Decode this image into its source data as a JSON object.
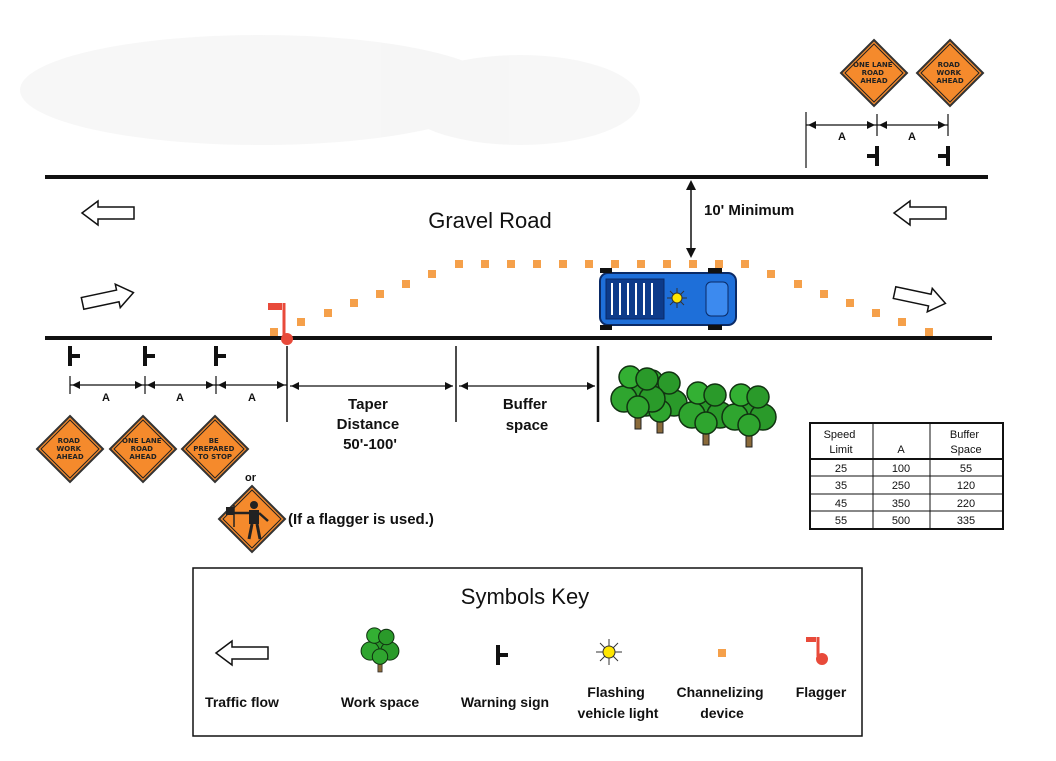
{
  "road": {
    "label": "Gravel Road",
    "min_clearance": "10' Minimum",
    "spacing_label": "A",
    "taper_label": [
      "Taper",
      "Distance",
      "50'-100'"
    ],
    "buffer_label": [
      "Buffer",
      "space"
    ]
  },
  "signs": {
    "upper": [
      [
        "ONE LANE",
        "ROAD",
        "AHEAD"
      ],
      [
        "ROAD",
        "WORK",
        "AHEAD"
      ]
    ],
    "lower": [
      [
        "ROAD",
        "WORK",
        "AHEAD"
      ],
      [
        "ONE LANE",
        "ROAD",
        "AHEAD"
      ],
      [
        "BE",
        "PREPARED",
        "TO STOP"
      ]
    ],
    "or_text": "or",
    "flagger_note": "(If a flagger is used.)"
  },
  "speed_table": {
    "headers": [
      [
        "Speed",
        "Limit"
      ],
      [
        "A"
      ],
      [
        "Buffer",
        "Space"
      ]
    ],
    "rows": [
      [
        "25",
        "100",
        "55"
      ],
      [
        "35",
        "250",
        "120"
      ],
      [
        "45",
        "350",
        "220"
      ],
      [
        "55",
        "500",
        "335"
      ]
    ]
  },
  "key": {
    "title": "Symbols Key",
    "items": [
      {
        "icon": "traffic-flow-arrow-icon",
        "label": [
          "Traffic flow"
        ]
      },
      {
        "icon": "tree-icon",
        "label": [
          "Work space"
        ]
      },
      {
        "icon": "warning-sign-post-icon",
        "label": [
          "Warning sign"
        ]
      },
      {
        "icon": "flashing-light-icon",
        "label": [
          "Flashing",
          "vehicle light"
        ]
      },
      {
        "icon": "channelizing-device-icon",
        "label": [
          "Channelizing",
          "device"
        ]
      },
      {
        "icon": "flagger-icon",
        "label": [
          "Flagger"
        ]
      }
    ]
  },
  "colors": {
    "sign_orange": "#f58a2c",
    "cone_orange": "#f5a04a",
    "flagger_red": "#e84a3a",
    "truck_blue": "#1e6fd9",
    "tree_green": "#2a9a2a",
    "light_yellow": "#ffe600"
  }
}
